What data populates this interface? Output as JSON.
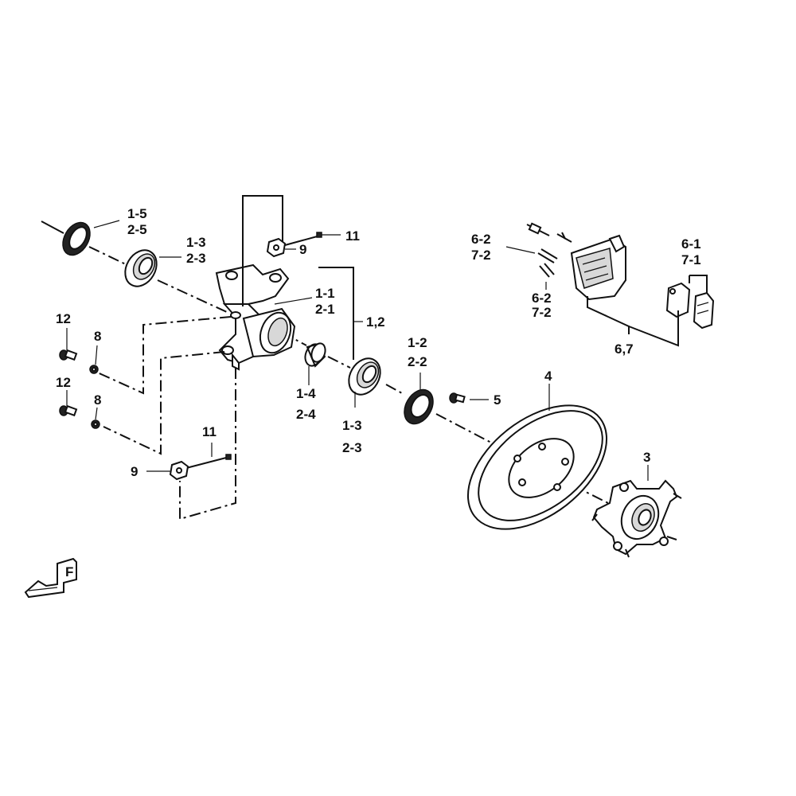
{
  "labels": {
    "l_1_5": "1-5",
    "l_2_5": "2-5",
    "l_1_3_top": "1-3",
    "l_2_3_top": "2-3",
    "l_11_top": "11",
    "l_9_top": "9",
    "l_1_1": "1-1",
    "l_2_1": "2-1",
    "l_1_2_group": "1,2",
    "l_12_top": "12",
    "l_8_top": "8",
    "l_12_bot": "12",
    "l_8_bot": "8",
    "l_1_4": "1-4",
    "l_2_4": "2-4",
    "l_1_3_bot": "1-3",
    "l_2_3_bot": "2-3",
    "l_1_2": "1-2",
    "l_2_2": "2-2",
    "l_11_bot": "11",
    "l_9_bot": "9",
    "l_5": "5",
    "l_4": "4",
    "l_3": "3",
    "l_6_2_a": "6-2",
    "l_7_2_a": "7-2",
    "l_6_2_b": "6-2",
    "l_7_2_b": "7-2",
    "l_6_1": "6-1",
    "l_7_1": "7-1",
    "l_6_7": "6,7"
  },
  "direction_marker": "F"
}
